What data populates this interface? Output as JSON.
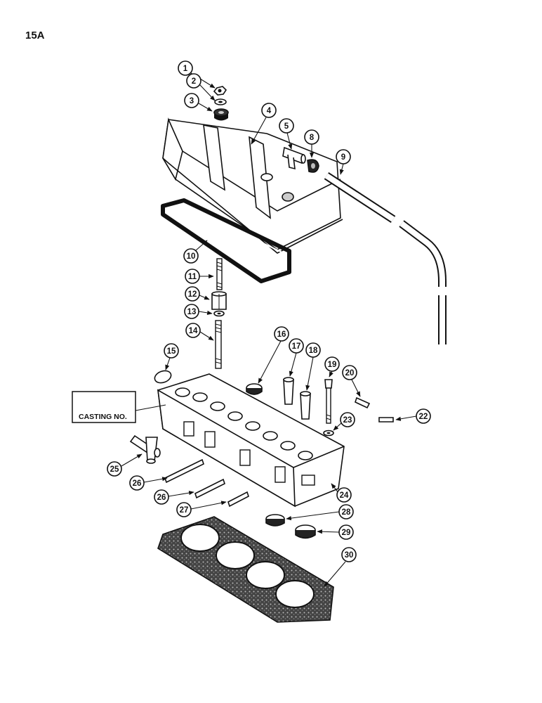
{
  "page": {
    "number": "15A"
  },
  "casting_label": "CASTING NO.",
  "callouts": [
    "1",
    "2",
    "3",
    "4",
    "5",
    "8",
    "9",
    "10",
    "11",
    "12",
    "13",
    "14",
    "15",
    "16",
    "17",
    "18",
    "19",
    "20",
    "22",
    "23",
    "24",
    "25",
    "26",
    "26",
    "27",
    "28",
    "29",
    "30"
  ]
}
